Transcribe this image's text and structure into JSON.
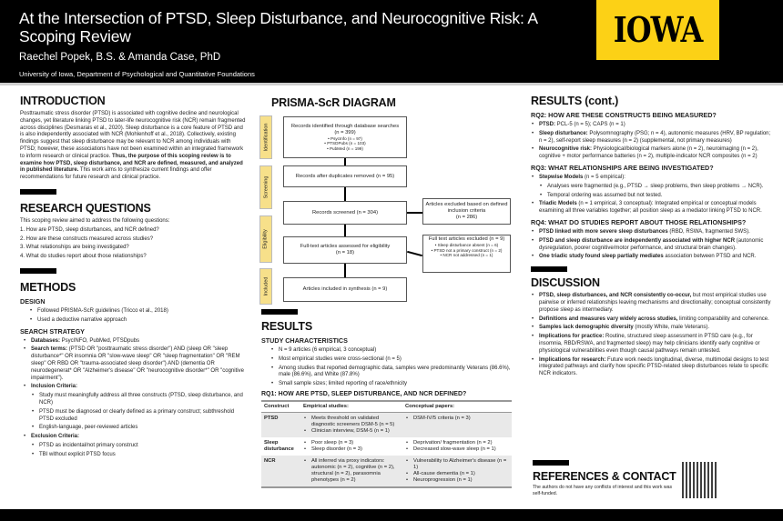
{
  "header": {
    "title": "At the Intersection of PTSD, Sleep Disturbance, and Neurocognitive Risk: A Scoping Review",
    "authors": "Raechel Popek, B.S. & Amanda Case, PhD",
    "affiliation": "University of Iowa, Department of Psychological and Quantitative Foundations",
    "logo": "IOWA",
    "logo_color": "#FCD116"
  },
  "intro": {
    "heading": "INTRODUCTION",
    "text1": "Posttraumatic stress disorder (PTSD) is associated with cognitive decline and neurological changes, yet literature linking PTSD to later-life neurocognitive risk (NCR) remain fragmented across disciplines (Desmarais et al., 2020). Sleep disturbance is a core feature of PTSD and is also independently associated with NCR (Mohlenhoff et al., 2018). Collectively, existing findings suggest that sleep disturbance may be relevant to NCR among individuals with PTSD; however, these associations have not been examined within an integrated framework to inform research or clinical practice. ",
    "bold": "Thus, the purpose of this scoping review is to examine how PTSD, sleep disturbance, and NCR are defined, measured, and analyzed in published literature.",
    "text2": " This work aims to synthesize current findings and offer recommendations for future research and clinical practice."
  },
  "rq": {
    "heading": "RESEARCH QUESTIONS",
    "lead": "This scoping review aimed to address the following questions:",
    "items": [
      "1.  How are PTSD, sleep disturbances, and NCR defined?",
      "2.  How are these constructs measured across studies?",
      "3.  What relationships are being investigated?",
      "4.  What do studies report about those relationships?"
    ]
  },
  "methods": {
    "heading": "METHODS",
    "design_heading": "DESIGN",
    "design": [
      "Followed PRISMA-ScR guidelines (Tricco et al., 2018)",
      "Used a deductive narrative approach"
    ],
    "search_heading": "SEARCH STRATEGY",
    "databases_label": "Databases:",
    "databases": " PsycINFO, PubMed, PTSDpubs",
    "terms_label": "Search terms:",
    "terms": " (PTSD OR \"posttraumatic stress disorder\") AND (sleep OR \"sleep disturbance*\" OR insomnia OR \"slow-wave sleep\" OR \"sleep fragmentation\" OR \"REM sleep\" OR RBD OR \"trauma-associated sleep disorder\") AND (dementia OR neurodegenerat* OR \"Alzheimer's disease\" OR \"neurocognitive disorder*\" OR \"cognitive impairment\").",
    "inclusion_label": "Inclusion Criteria:",
    "inclusion": [
      "Study must meaningfully address all three constructs (PTSD, sleep disturbance, and NCR)",
      "PTSD must be diagnosed or clearly defined as a primary construct; subthreshold PTSD excluded",
      "English-language, peer-reviewed articles"
    ],
    "exclusion_label": "Exclusion Criteria:",
    "exclusion": [
      "PTSD as incidental/not primary construct",
      "TBI without explicit PTSD focus"
    ]
  },
  "prisma": {
    "heading": "PRISMA-ScR DIAGRAM",
    "stages": [
      "Identification",
      "Screening",
      "Eligibility",
      "Included"
    ],
    "identified": "Records identified through database searches",
    "identified_n": "(n = 399)",
    "identified_sub": [
      "PsycInfo (n = 97)",
      "PTSDPubs (n = 103)",
      "PubMed (n = 199)"
    ],
    "dedup": "Records after duplicates removed (n = 95)",
    "screened": "Records screened (n = 304)",
    "excluded": "Articles excluded based on defined inclusion criteria",
    "excluded_n": "(n = 286)",
    "fulltext": "Full-text articles assessed for eligibility",
    "fulltext_n": "(n = 18)",
    "ft_excluded": "Full text articles excluded (n = 9)",
    "ft_excluded_sub": [
      "Sleep disturbance absent (n = 6)",
      "PTSD not a primary construct (n = 2)",
      "NCR not addressed (n = 1)"
    ],
    "included": "Articles included in synthesis (n = 9)",
    "stage_color": "#F7E08A"
  },
  "results": {
    "heading": "RESULTS",
    "char_heading": "STUDY CHARACTERISTICS",
    "char": [
      "N = 9 articles (6 empirical, 3 conceptual)",
      "Most empirical studies were cross-sectional (n = 5)",
      "Among studies that reported demographic data, samples were predominantly Veterans (86.6%), male (86.6%), and White (87.8%)",
      "Small sample sizes; limited reporting of race/ethnicity"
    ],
    "rq1_heading": "RQ1: HOW ARE PTSD, SLEEP DISTURBANCE, AND NCR DEFINED?",
    "table": {
      "headers": [
        "Construct",
        "Empirical studies:",
        "Conceptual papers:"
      ],
      "rows": [
        {
          "construct": "PTSD",
          "empirical": [
            "Meets threshold on validated diagnostic screeners DSM-5 (n = 5)",
            "Clinician interview, DSM-5 (n = 1)"
          ],
          "conceptual": [
            "DSM-IV/5 criteria (n = 3)"
          ]
        },
        {
          "construct": "Sleep disturbance",
          "empirical": [
            "Poor sleep (n = 3)",
            "Sleep disorder (n = 3)"
          ],
          "conceptual": [
            "Deprivation/ fragmentation (n = 2)",
            "Decreased slow-wave sleep (n = 1)"
          ]
        },
        {
          "construct": "NCR",
          "empirical": [
            "All inferred via proxy indicators: autonomic (n = 2), cognitive (n = 2), structural (n = 2), parasomnia phenotypes (n = 2)"
          ],
          "conceptual": [
            "Vulnerability to Alzheimer's disease (n = 1)",
            "All-cause dementia (n = 1)",
            "Neuroprogression (n = 1)"
          ]
        }
      ]
    }
  },
  "results2": {
    "heading": "RESULTS (cont.)",
    "rq2_heading": "RQ2: HOW ARE THESE CONSTRUCTS BEING MEASURED?",
    "rq2": [
      {
        "b": "PTSD:",
        "t": " PCL-5 (n = 5); CAPS (n = 1)"
      },
      {
        "b": "Sleep disturbance:",
        "t": " Polysomnography (PSG; n = 4), autonomic measures (HRV, BP regulation; n = 2), self-report sleep measures (n = 2) (supplemental, not primary measures)"
      },
      {
        "b": "Neurocognitive risk:",
        "t": " Physiological/biological markers alone (n = 2), neuroimaging (n = 2), cognitive + motor performance batteries (n = 2), multiple-indicator NCR composites (n = 2)"
      }
    ],
    "rq3_heading": "RQ3: WHAT RELATIONSHIPS ARE BEING INVESTIGATED?",
    "stepwise_b": "Stepwise Models",
    "stepwise_t": " (n = 5 empirical):",
    "stepwise_sub": [
      "Analyses were fragmented (e.g., PTSD → sleep problems, then sleep problems → NCR).",
      "Temporal ordering was assumed but not tested."
    ],
    "triadic_b": "Triadic Models",
    "triadic_t": " (n = 1 empirical, 3 conceptual): Integrated empirical or conceptual models examining all three variables together; all position sleep as a mediator linking PTSD to NCR.",
    "rq4_heading": "RQ4: WHAT DO STUDIES REPORT ABOUT THOSE RELATIONSHIPS?",
    "rq4": [
      {
        "b": "PTSD linked with more severe sleep disturbances",
        "t": " (RBD, RSWA, fragmented SWS)."
      },
      {
        "b": "PTSD and sleep disturbance are independently associated with higher NCR",
        "t": " (autonomic dysregulation, poorer cognitive/motor performance, and structural brain changes)."
      },
      {
        "b": "One triadic study found sleep partially mediates",
        "t": " association between PTSD and NCR."
      }
    ]
  },
  "discussion": {
    "heading": "DISCUSSION",
    "items": [
      {
        "b": "PTSD, sleep disturbances, and NCR consistently co-occur,",
        "t": " but most empirical studies use pairwise or inferred relationships leaving mechanisms and directionality; conceptual consistently propose sleep as intermediary."
      },
      {
        "b": "Definitions and measures vary widely across studies,",
        "t": " limiting comparability and coherence."
      },
      {
        "b": "Samples lack demographic diversity",
        "t": " (mostly White, male Veterans)."
      },
      {
        "b": "Implications for practice:",
        "t": " Routine, structured sleep assessment in PTSD care (e.g., for insomnia, RBD/RSWA, and fragmented sleep) may help clinicians identify early cognitive or physiological vulnerabilities even though causal pathways remain untested."
      },
      {
        "b": "Implications for research:",
        "t": " Future work needs longitudinal, diverse, multimodal designs to test integrated pathways and clarify how specific PTSD-related sleep disturbances relate to specific NCR indicators."
      }
    ]
  },
  "references": {
    "heading": "REFERENCES & CONTACT",
    "text": "The authors do not have any conflicts of interest and this work was self-funded."
  }
}
